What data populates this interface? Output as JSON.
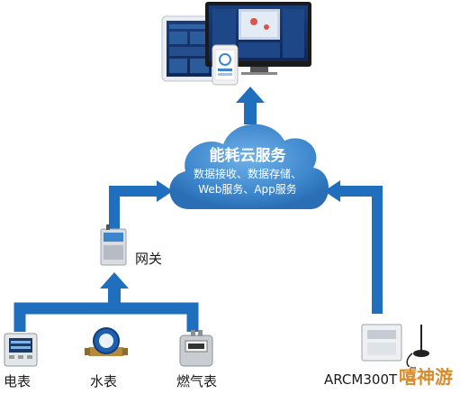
{
  "cloud": {
    "title": "能耗云服务",
    "line1": "数据接收、数据存储、",
    "line2": "Web服务、App服务"
  },
  "gateway": {
    "label": "网关"
  },
  "devices": {
    "electric_meter": "电表",
    "water_meter": "水表",
    "gas_meter": "燃气表",
    "arcm": "ARCM300T"
  },
  "screens": {
    "dashboard_header": "▪▪ ▪▪▪▪"
  },
  "colors": {
    "arrow_blue": "#1f6fbe",
    "cloud_blue": "#4a90d2"
  },
  "watermark": "嘻神游"
}
